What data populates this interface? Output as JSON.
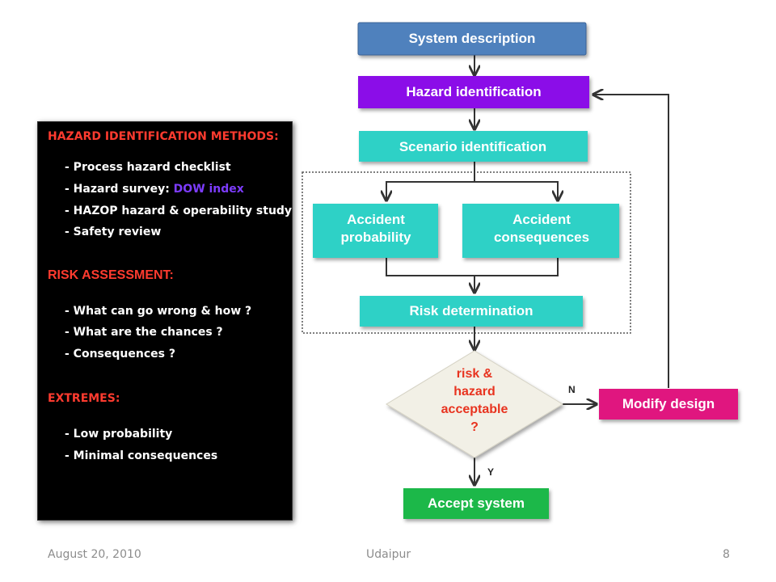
{
  "panel": {
    "heading1": "HAZARD IDENTIFICATION METHODS:",
    "methods": [
      "- Process hazard checklist",
      "- Hazard survey: ",
      "- HAZOP hazard & operability study",
      "- Safety review"
    ],
    "dow_index": "DOW index",
    "heading2": "RISK ASSESSMENT:",
    "questions": [
      "- What can go wrong & how ?",
      "- What are the chances ?",
      "- Consequences ?"
    ],
    "heading3": "EXTREMES:",
    "extremes": [
      "- Low  probability",
      "- Minimal consequences"
    ]
  },
  "flowchart": {
    "system_description": "System description",
    "hazard_identification": "Hazard identification",
    "scenario_identification": "Scenario identification",
    "accident_probability": [
      "Accident",
      "probability"
    ],
    "accident_consequences": [
      "Accident",
      "consequences"
    ],
    "risk_determination": "Risk determination",
    "decision": [
      "risk &",
      "hazard",
      "acceptable",
      "?"
    ],
    "no_label": "N",
    "yes_label": "Y",
    "modify_design": "Modify design",
    "accept_system": "Accept system"
  },
  "colors": {
    "system_description": "#4f81bd",
    "hazard_identification": "#8b10e8",
    "teal": "#2ed1c6",
    "decision_fill": "#f2f0e6",
    "decision_text": "#e8331f",
    "modify_design": "#e0127f",
    "accept_system": "#1fb84a"
  },
  "footer": {
    "date": "August 20, 2010",
    "place": "Udaipur",
    "page": "8"
  }
}
